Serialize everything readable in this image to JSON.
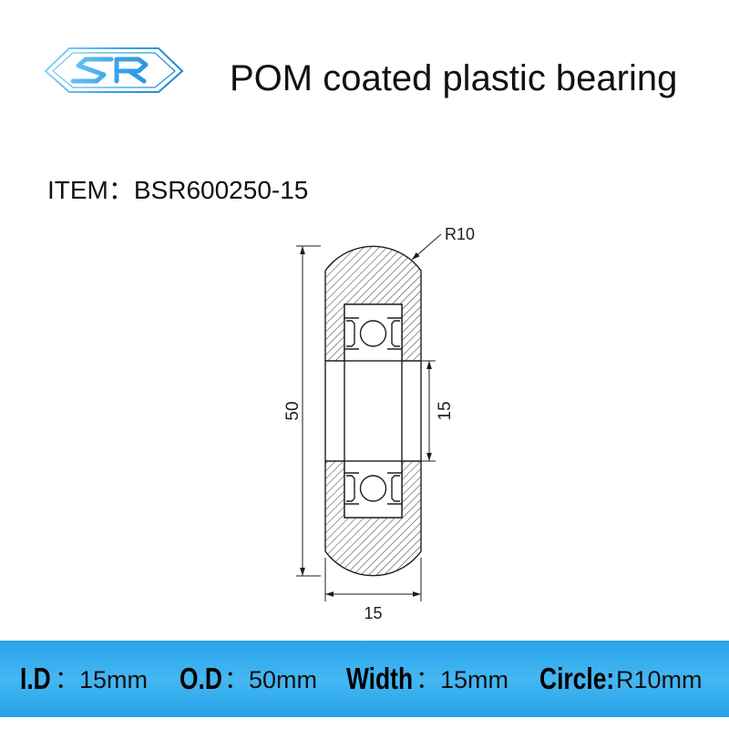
{
  "header": {
    "logo_icon": "brand-logo",
    "title": "POM coated plastic bearing"
  },
  "item": {
    "label": "ITEM：",
    "code": "BSR600250-15"
  },
  "drawing": {
    "outer_diameter_label": "50",
    "inner_diameter_label": "15",
    "width_label": "15",
    "crown_radius_label": "R10"
  },
  "specs": [
    {
      "label": "I.D",
      "value": "：15mm"
    },
    {
      "label": "O.D",
      "value": "：50mm"
    },
    {
      "label": "Width",
      "value": "：15mm"
    },
    {
      "label": "Circle:",
      "value": "R10mm"
    }
  ],
  "theme": {
    "brand_blue": "#2b9fe4",
    "banner_blue": "#27a3ea",
    "banner_blue_light": "#45b7f2",
    "text_color": "#111111",
    "line_color": "#1e1e1e"
  }
}
